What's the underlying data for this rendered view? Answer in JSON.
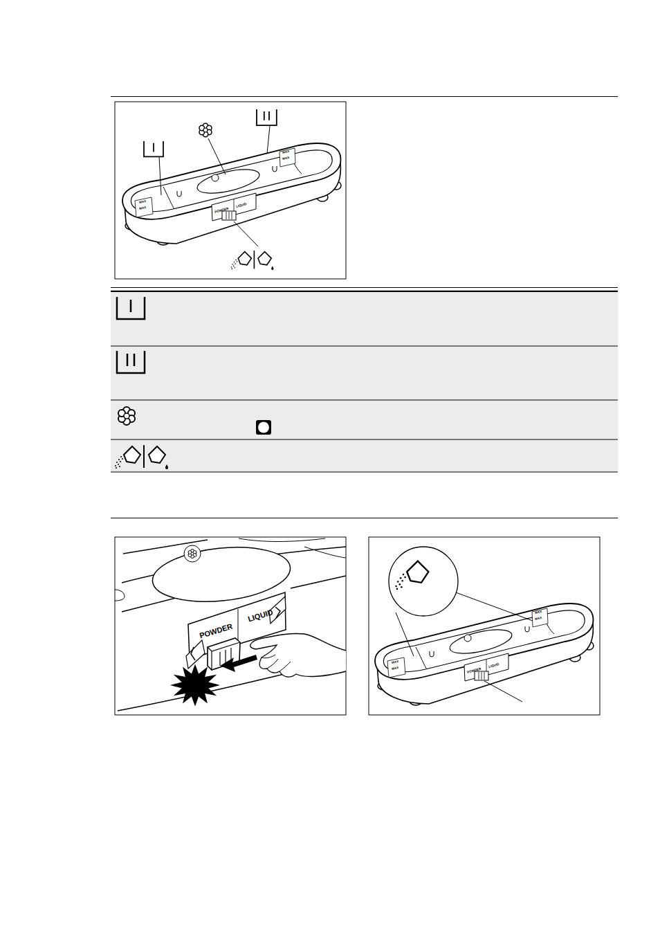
{
  "diagram": {
    "labels": [
      "MAX",
      "MAX",
      "MAX",
      "MAX",
      "POWDER",
      "LIQUID",
      "POWDER",
      "LIQUID",
      "MAX",
      "MAX",
      "MAX",
      "MAX",
      "POWDER",
      "LIQUID"
    ]
  }
}
